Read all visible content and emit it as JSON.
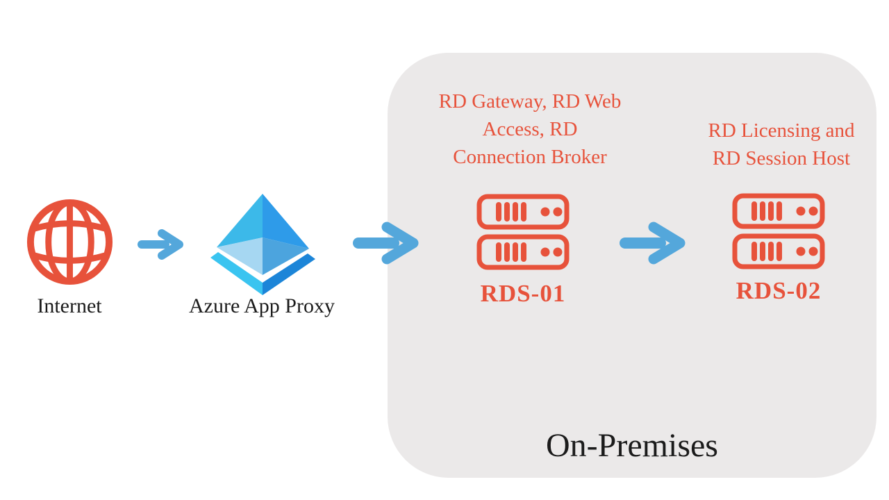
{
  "diagram": {
    "nodes": {
      "internet": {
        "label": "Internet"
      },
      "azure_app_proxy": {
        "label": "Azure App Proxy"
      },
      "rds01": {
        "role_lines": [
          "RD Gateway, RD Web",
          "Access, RD",
          "Connection Broker"
        ],
        "name": "RDS-01"
      },
      "rds02": {
        "role_lines": [
          "RD Licensing and",
          "RD Session Host"
        ],
        "name": "RDS-02"
      }
    },
    "group": {
      "label": "On-Premises"
    },
    "icons": {
      "internet": "globe-icon",
      "azure_app_proxy": "azure-pyramid-icon",
      "servers": "server-rack-icon",
      "flow": "arrow-right-icon"
    }
  },
  "colors": {
    "accent_red": "#e7523b",
    "arrow_blue": "#54a7db",
    "box_gray": "#ebe9e9",
    "text_black": "#1b1b1b",
    "pyramid_cyan": "#3cb9e9",
    "pyramid_blue": "#2e9be9",
    "pyramid_pale": "#a6d7f2",
    "pyramid_mid": "#4ca4de",
    "base_cyan": "#3ac4f0",
    "base_blue": "#1c85d8"
  }
}
